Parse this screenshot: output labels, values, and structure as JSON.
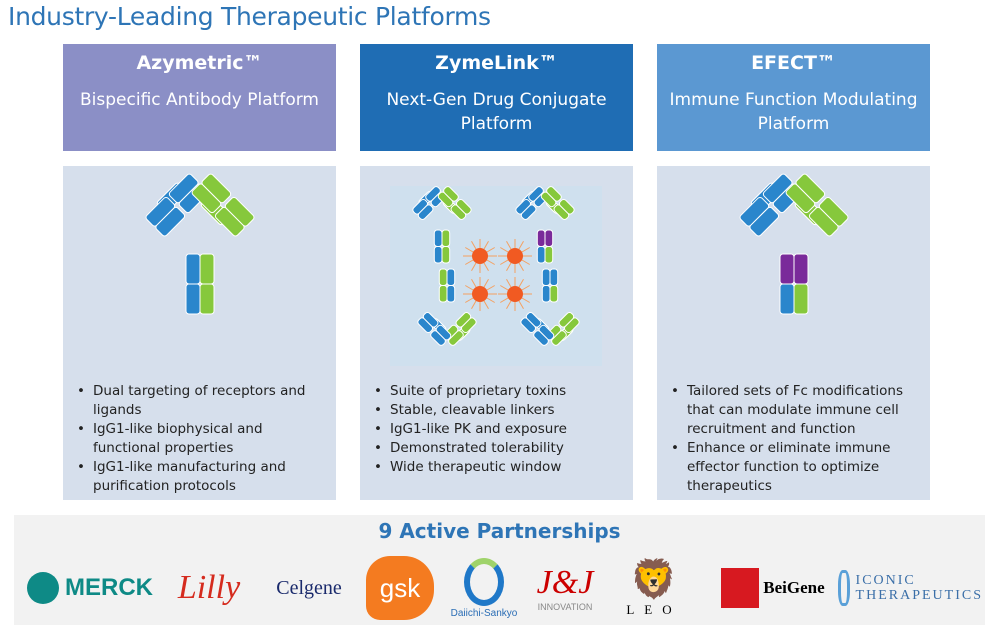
{
  "title": "Industry-Leading Therapeutic Platforms",
  "platforms": [
    {
      "name": "Azymetric™",
      "subtitle": "Bispecific Antibody Platform",
      "color": "#8b8fc6",
      "bullets": [
        "Dual targeting of receptors and ligands",
        "IgG1-like biophysical and functional properties",
        "IgG1-like manufacturing and purification protocols"
      ]
    },
    {
      "name": "ZymeLink™",
      "subtitle": "Next-Gen Drug Conjugate Platform",
      "color": "#1f6db4",
      "bullets": [
        "Suite of proprietary toxins",
        "Stable, cleavable linkers",
        "IgG1-like PK and exposure",
        "Demonstrated tolerability",
        "Wide therapeutic window"
      ]
    },
    {
      "name": "EFECT™",
      "subtitle": "Immune Function Modulating Platform",
      "color": "#5b98d2",
      "bullets": [
        "Tailored sets of Fc modifications that can modulate immune cell recruitment and function",
        "Enhance or eliminate immune effector function to optimize therapeutics"
      ]
    }
  ],
  "partnerships": {
    "title": "9 Active Partnerships",
    "logos": [
      "MERCK",
      "Lilly",
      "Celgene",
      "gsk",
      "Daiichi-Sankyo",
      "J&J INNOVATION",
      "LEO",
      "BeiGene",
      "ICONIC THERAPEUTICS"
    ]
  }
}
